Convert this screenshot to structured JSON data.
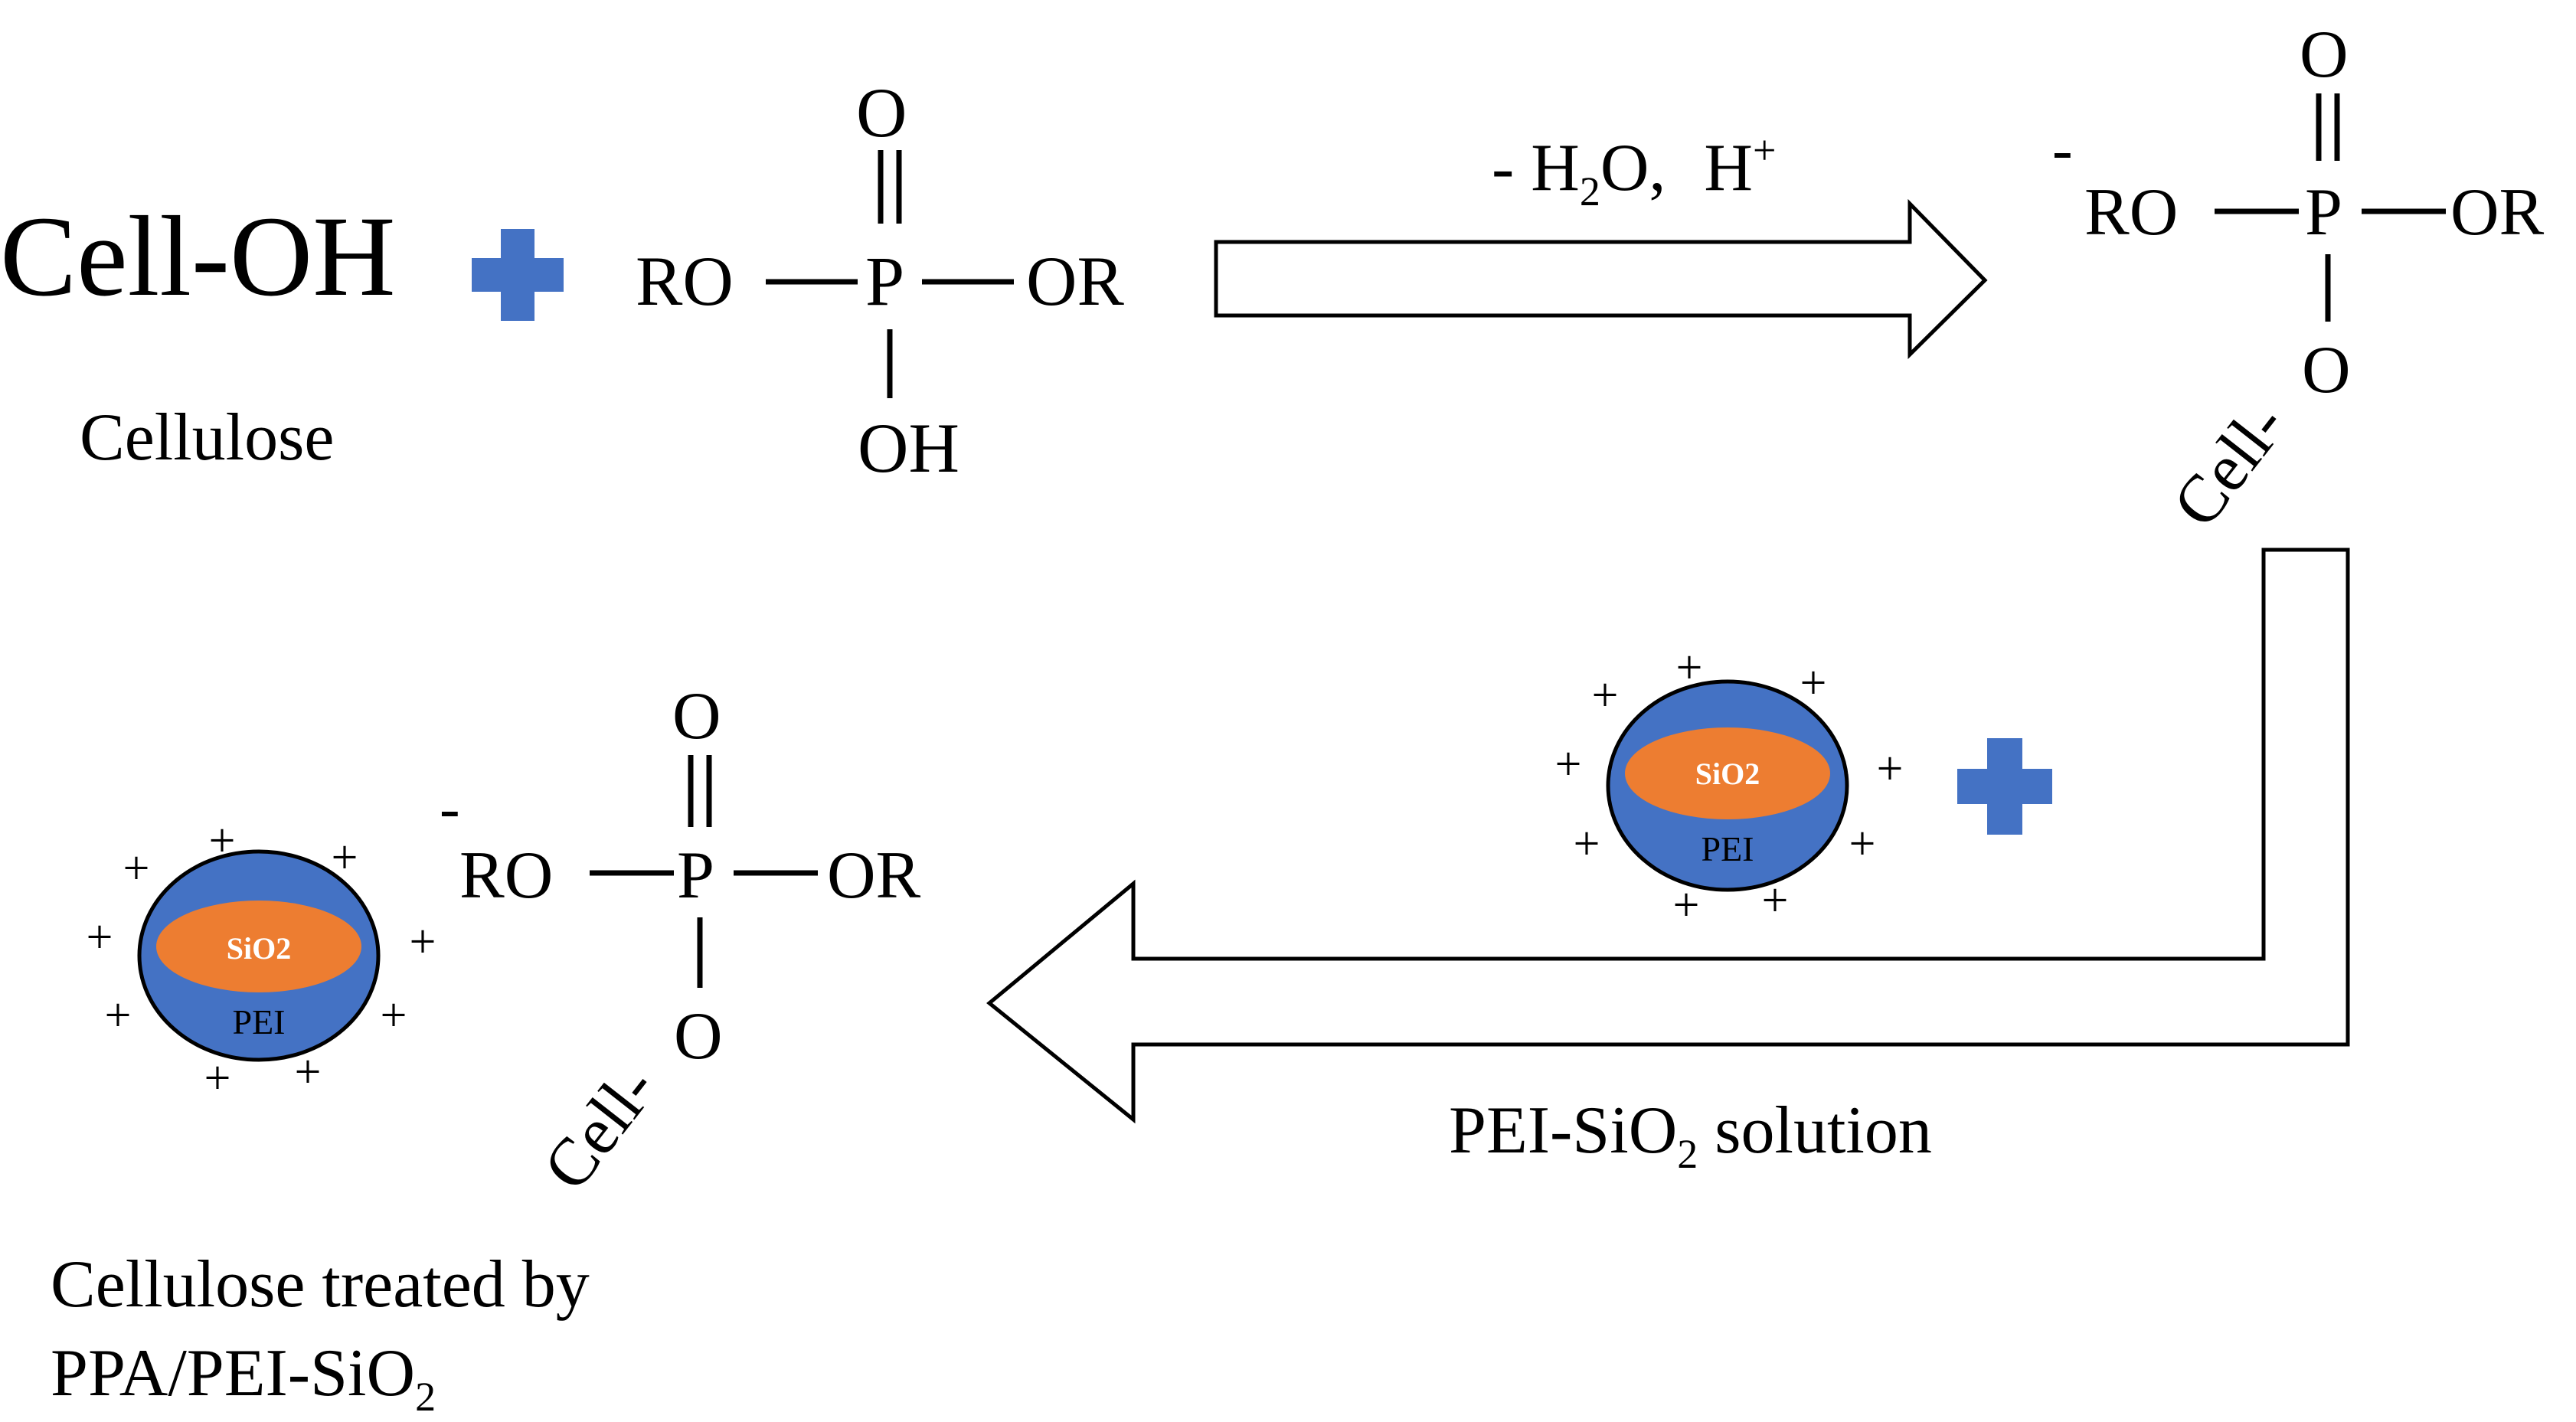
{
  "reactants": {
    "cellulose_formula": "Cell-OH",
    "cellulose_label": "Cellulose",
    "phosphate_left": "RO",
    "phosphate_center": "P",
    "phosphate_right": "OR",
    "phosphate_top": "O",
    "phosphate_bottom": "OH"
  },
  "step1": {
    "conditions_prefix": "- H",
    "conditions_sub": "2",
    "conditions_mid": "O,",
    "conditions_h": "H",
    "conditions_sup": "+"
  },
  "intermediate": {
    "charge": "-",
    "left": "RO",
    "center": "P",
    "right": "OR",
    "top": "O",
    "bottom": "O",
    "cell": "Cell-"
  },
  "particle": {
    "core_label": "SiO2",
    "shell_label": "PEI",
    "surface_charge": "+"
  },
  "step2": {
    "solution_prefix": "PEI-SiO",
    "solution_sub": "2",
    "solution_suffix": " solution"
  },
  "product": {
    "charge": "-",
    "left": "RO",
    "center": "P",
    "right": "OR",
    "top": "O",
    "bottom": "O",
    "cell": "Cell-",
    "caption_line1": "Cellulose treated by",
    "caption_line2_prefix": "PPA/PEI-SiO",
    "caption_line2_sub": "2"
  },
  "colors": {
    "plus_sign": "#4472C4",
    "shell": "#4472C4",
    "core": "#ED7D31",
    "outline": "#000000"
  }
}
